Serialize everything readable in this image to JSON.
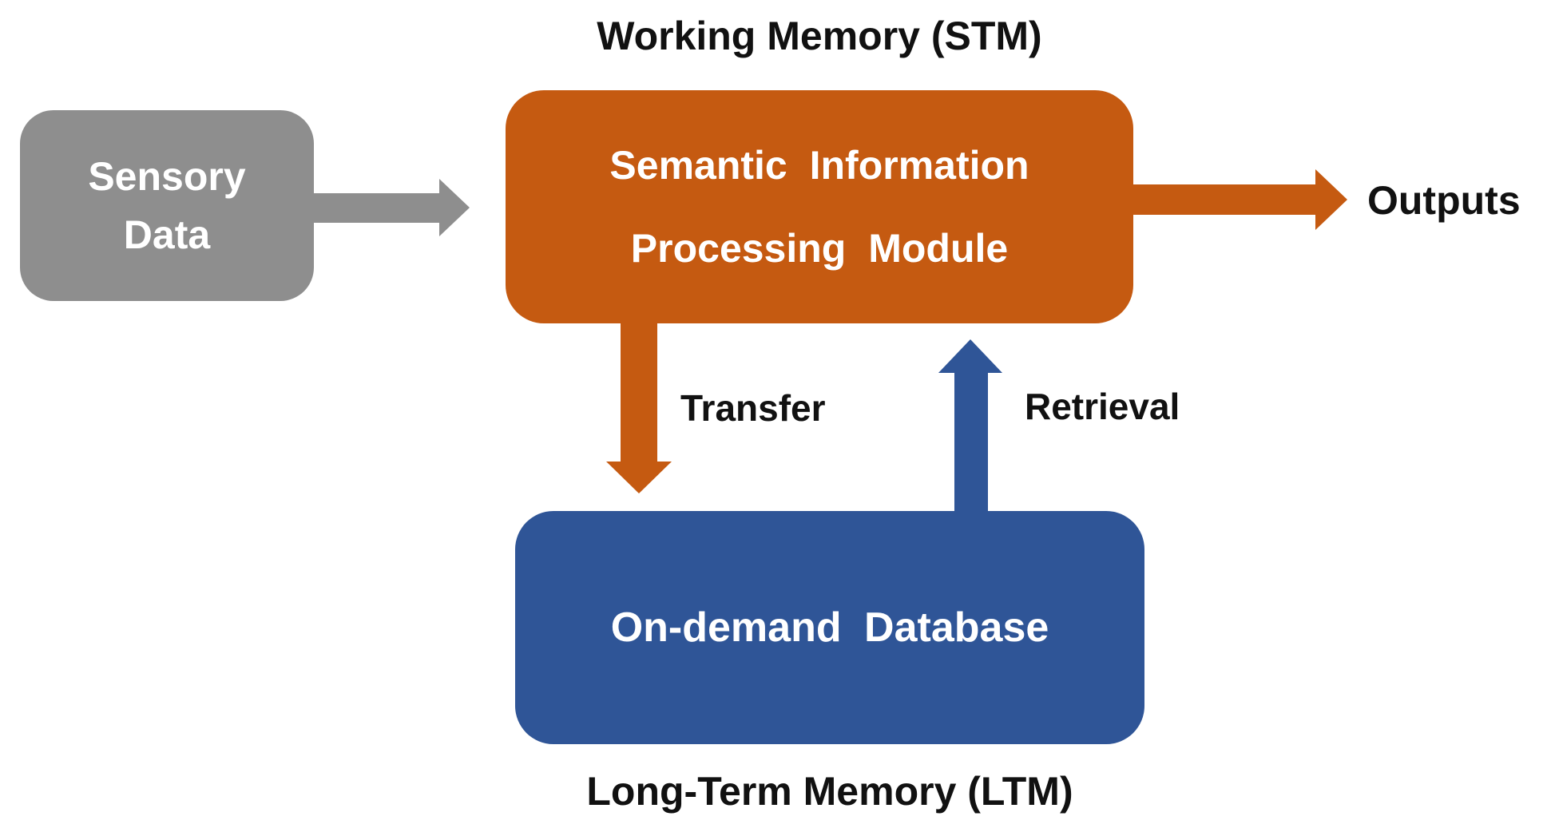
{
  "colors": {
    "gray": "#8E8E8E",
    "orange": "#C55A11",
    "blue": "#2F5597",
    "label-text": "#111111",
    "box-text": "#FFFFFF",
    "background": "#FFFFFF"
  },
  "diagram": {
    "top_caption": "Working Memory (STM)",
    "bottom_caption": "Long-Term Memory (LTM)",
    "nodes": {
      "sensory": {
        "label": "Sensory\nData"
      },
      "stm": {
        "line1": "Semantic Information",
        "line2": "Processing Module"
      },
      "ltm": {
        "label": "On-demand Database"
      }
    },
    "arrows": {
      "input": {
        "direction": "right",
        "label": ""
      },
      "output": {
        "direction": "right",
        "label": "Outputs"
      },
      "transfer": {
        "direction": "down",
        "label": "Transfer"
      },
      "retrieval": {
        "direction": "up",
        "label": "Retrieval"
      }
    }
  }
}
